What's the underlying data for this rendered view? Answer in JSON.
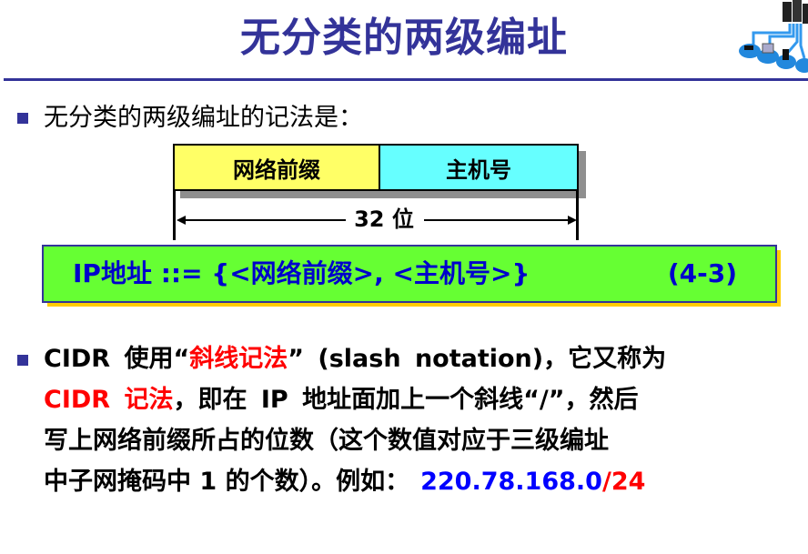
{
  "slide": {
    "title": "无分类的两级编址",
    "accent_color": "#333399"
  },
  "bullet1": {
    "text": "无分类的两级编址的记法是："
  },
  "diagram": {
    "prefix_label": "网络前缀",
    "host_label": "主机号",
    "width_label": "32 位",
    "prefix_color": "#ffff66",
    "host_color": "#66ffff"
  },
  "formula": {
    "text": "IP地址 ::= {<网络前缀>, <主机号>}",
    "equation_number": "(4-3)",
    "background_color": "#66ff33"
  },
  "bullet2": {
    "line1": {
      "p1": "CIDR 使用“",
      "p2_red": "斜线记法",
      "p3": "” (slash notation)，它又称为"
    },
    "line2": {
      "p1_red": "CIDR 记法",
      "p2": "，即在 IP 地址面加上一个斜线“/”，然后"
    },
    "line3": {
      "text": "写上网络前缀所占的位数（这个数值对应于三级编址"
    },
    "line4": {
      "p1": "中子网掩码中 1 的个数）。例如：",
      "example_blue": "220.78.168.0",
      "example_red": "/24"
    }
  }
}
